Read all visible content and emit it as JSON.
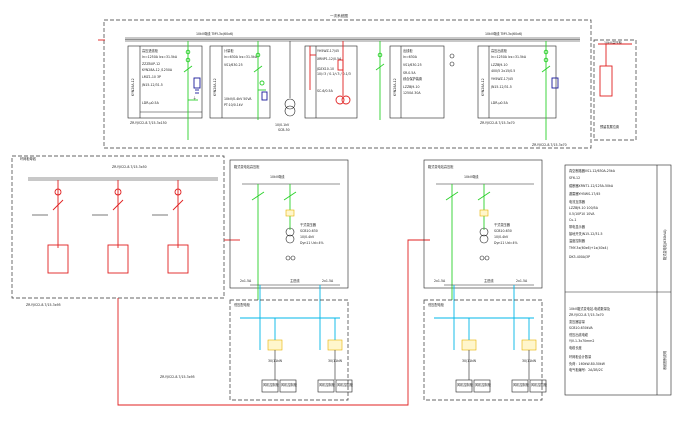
{
  "diagram": {
    "top_frame_title": "一次系统图",
    "top_bus_label_left": "10kV母线  TMY-3x(60x6)",
    "top_bus_label_right": "10kV母线  TMY-3x(60x6)",
    "left_feeder_cabinet": {
      "lines": [
        "高压进线柜",
        "In=1250A Ics=31.5kA",
        "ZZZBUP-12",
        "KYN28A-12 /1250A",
        "LMZ1-10 3P",
        "JN15-12/31.5",
        "LDR-μ0.5A",
        "ZR-YJV22-8.7/15-3x150"
      ],
      "side_label": "KYN28A-12"
    },
    "metering_cabinet": {
      "lines": [
        "计量柜",
        "In=630A Ics=31.5kA",
        "VS1/630-25",
        "10kV/0.4kV 50VA",
        "PT:10/0.1kV"
      ],
      "side_label": "KYN28A-12"
    },
    "transformer_label": [
      "10/0.1kV",
      "SCB-50"
    ],
    "pt_cabinet_lines": [
      "YH5WZ-17/45",
      "XRNP1-12/0.5A",
      "JDZX10-10",
      "10/√3 / 0.1/√3 / 0.1/3",
      "SC-6/0.5A"
    ],
    "outgoing_cabinet": {
      "lines": [
        "出线柜",
        "In=630A",
        "VS1/630-25",
        "SR-0.5A",
        "综合保护装置",
        "LZZBJ9-10",
        "1250A 30A"
      ],
      "side_label": "KYN28A-12"
    },
    "right_feeder_cabinet": {
      "lines": [
        "高压出线柜",
        "In=1250A Ics=31.5kA",
        "LZZBJ9-10",
        "400/5 2x15/0.5",
        "YH5WZ-17/45",
        "JN15-12/31.5",
        "LDR-μ0.5A",
        "ZR-YJV22-8.7/15-3x70"
      ],
      "side_label": "KYN28A-12"
    },
    "far_right_box": {
      "title": "10kV高压柜",
      "note": "预留发展位置"
    },
    "bottom_cable_label": "ZR-YJV22-8.7/15-3x70",
    "ring_main": {
      "title": "环网柜母线",
      "bus_label": "ZR-YJV22-8.7/15-3x50",
      "cable_label": "ZR-YJV22-8.7/15-3x95"
    },
    "left_long_cable": "ZR-YJV22-8.7/15-3x95",
    "substation_left": {
      "title": "箱式变电站高压柜",
      "bus": "10kV母线",
      "xfmr": [
        "干式变压器",
        "SCB10-630",
        "10/0.4kV",
        "Dyn11 Ud=4%"
      ],
      "lv_title": "低压配电柜",
      "branches": [
        {
          "label": "主进线",
          "breaker": "2x1.5A"
        },
        {
          "label": "出线",
          "breaker": "2x1.5A"
        }
      ],
      "loads": [
        "30/11kW",
        "30/11kW"
      ],
      "panels": [
        "风机控制柜",
        "风机控制柜",
        "风机控制柜",
        "风机控制柜"
      ]
    },
    "substation_right": {
      "title": "箱式变电站高压柜",
      "bus": "10kV母线",
      "xfmr": [
        "干式变压器",
        "SCB10-630",
        "10/0.4kV",
        "Dyn11 Ud=4%"
      ],
      "lv_title": "低压配电柜",
      "branches": [
        {
          "label": "主进线",
          "breaker": "2x1.5A"
        },
        {
          "label": "出线",
          "breaker": "2x1.5A"
        }
      ],
      "loads": [
        "30/11kW",
        "30/11kW"
      ],
      "panels": [
        "风机控制柜",
        "风机控制柜",
        "风机控制柜",
        "风机控制柜"
      ]
    },
    "legend_box": {
      "top_lines": [
        "真空断路器VS1-12/630A-25kA",
        "SF6-12",
        "熔断器XRNT1-12/125A-50kA",
        "避雷器YH5WS-17/45",
        "电流互感器",
        "LZZBJ9-10 100/5A",
        "0.5/10P10 10VA",
        "Cu-1",
        "带电显示器",
        "接地开关JN15-12/31.5",
        "温度控制器",
        "TMY-3x(60x6)+1x(40x4)",
        "DK3-400A/3P"
      ],
      "side_top": "箱式变电站(630kVA)",
      "bottom_lines": [
        "10kV箱式变电站-电缆数量及",
        "ZR-YJV22-8.7/15-3x70",
        "变压器容量",
        "SCB10-630kVA",
        "低压出线电缆",
        "YJV-1-3x70mm2",
        "电缆长度",
        "环网柜合计数量",
        "负荷：160kW-80-50kW",
        "电气柜编号：2A/2B/2C"
      ],
      "side_bottom": "系统图例说明"
    }
  }
}
